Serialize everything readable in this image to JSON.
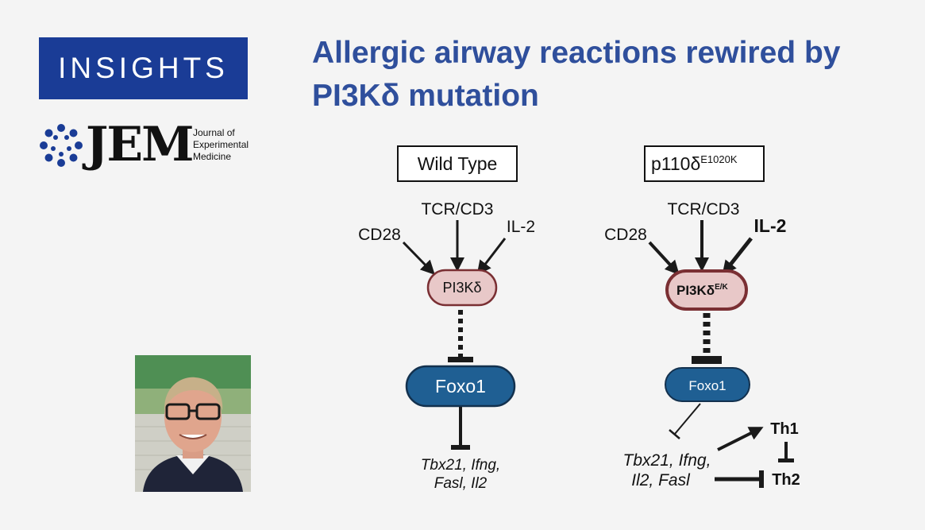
{
  "banner": {
    "label": "INSIGHTS"
  },
  "headline": {
    "line1": "Allergic airway reactions rewired by",
    "line2": "PI3Kδ mutation"
  },
  "journal": {
    "abbrev": "JEM",
    "name_lines": [
      "Journal of",
      "Experimental",
      "Medicine"
    ]
  },
  "diagram": {
    "wild_type": {
      "title": "Wild Type",
      "inputs": {
        "left": "CD28",
        "center": "TCR/CD3",
        "right": "IL-2"
      },
      "kinase": "PI3Kδ",
      "tf": "Foxo1",
      "targets_line1": "Tbx21, Ifng,",
      "targets_line2": "Fasl, Il2"
    },
    "mutant": {
      "title_main": "p110δ",
      "title_sup": "E1020K",
      "inputs": {
        "left": "CD28",
        "center": "TCR/CD3",
        "right": "IL-2"
      },
      "kinase_main": "PI3Kδ",
      "kinase_sup": "E/K",
      "tf": "Foxo1",
      "targets_line1": "Tbx21, Ifng,",
      "targets_line2": "Il2, Fasl",
      "th1": "Th1",
      "th2": "Th2"
    }
  },
  "colors": {
    "banner_bg": "#1a3c96",
    "headline": "#2f4f9c",
    "kinase_fill": "#e8c8c8",
    "kinase_stroke": "#7a2f33",
    "foxo_fill": "#1f5f93",
    "foxo_stroke": "#13314e"
  }
}
